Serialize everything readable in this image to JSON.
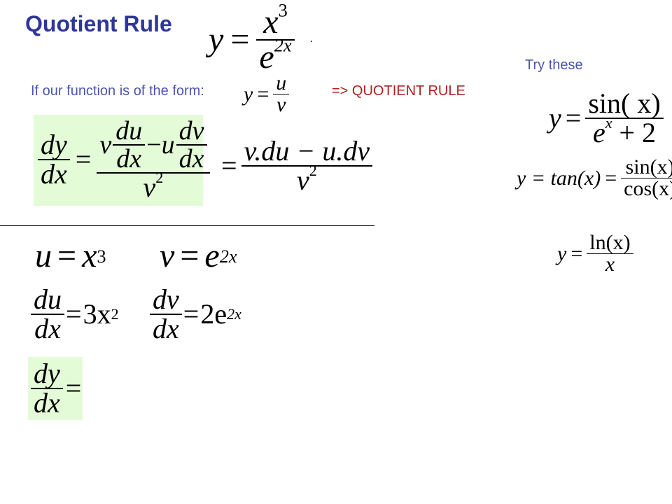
{
  "title": "Quotient Rule",
  "colors": {
    "title": "#2f3699",
    "label": "#4b55b0",
    "rule": "#b01e1e",
    "box": "#e4fbd8"
  },
  "intro": {
    "label": "If our function is of the form:",
    "rule_label": "=> QUOTIENT RULE"
  },
  "side": {
    "heading": "Try these"
  },
  "math": {
    "example": {
      "lhs": "y",
      "eq": "=",
      "num_base": "x",
      "num_exp": "3",
      "den_base": "e",
      "den_exp": "2x"
    },
    "form": {
      "lhs": "y",
      "eq": "=",
      "num": "u",
      "den": "v"
    },
    "rule": {
      "dy": "dy",
      "dx": "dx",
      "eq1": "=",
      "v": "v",
      "du": "du",
      "minus": "−",
      "u": "u",
      "dv": "dv",
      "v2_base": "v",
      "v2_exp": "2",
      "eq2": "=",
      "alt_num": "v.du − u.dv",
      "alt_den_base": "v",
      "alt_den_exp": "2"
    },
    "subs": {
      "u_lhs": "u",
      "u_eq": "=",
      "u_base": "x",
      "u_exp": "3",
      "v_lhs": "v",
      "v_eq": "=",
      "v_base": "e",
      "v_exp": "2x",
      "du": "du",
      "dx": "dx",
      "du_eq": "=",
      "du_rhs": "3x",
      "du_exp": "2",
      "dv": "dv",
      "dv_eq": "=",
      "dv_rhs": "2e",
      "dv_exp": "2x"
    },
    "answer": {
      "dy": "dy",
      "dx": "dx",
      "eq": "="
    },
    "try": {
      "t1": {
        "lhs": "y",
        "eq": "=",
        "num": "sin( x)",
        "den_base": "e",
        "den_exp": "x",
        "den_tail": "+ 2"
      },
      "t2": {
        "lhs": "y = tan(x)",
        "eq": "=",
        "num": "sin(x)",
        "den": "cos(x)"
      },
      "t3": {
        "lhs": "y",
        "eq": "=",
        "num": "ln(x)",
        "den": "x"
      }
    }
  }
}
